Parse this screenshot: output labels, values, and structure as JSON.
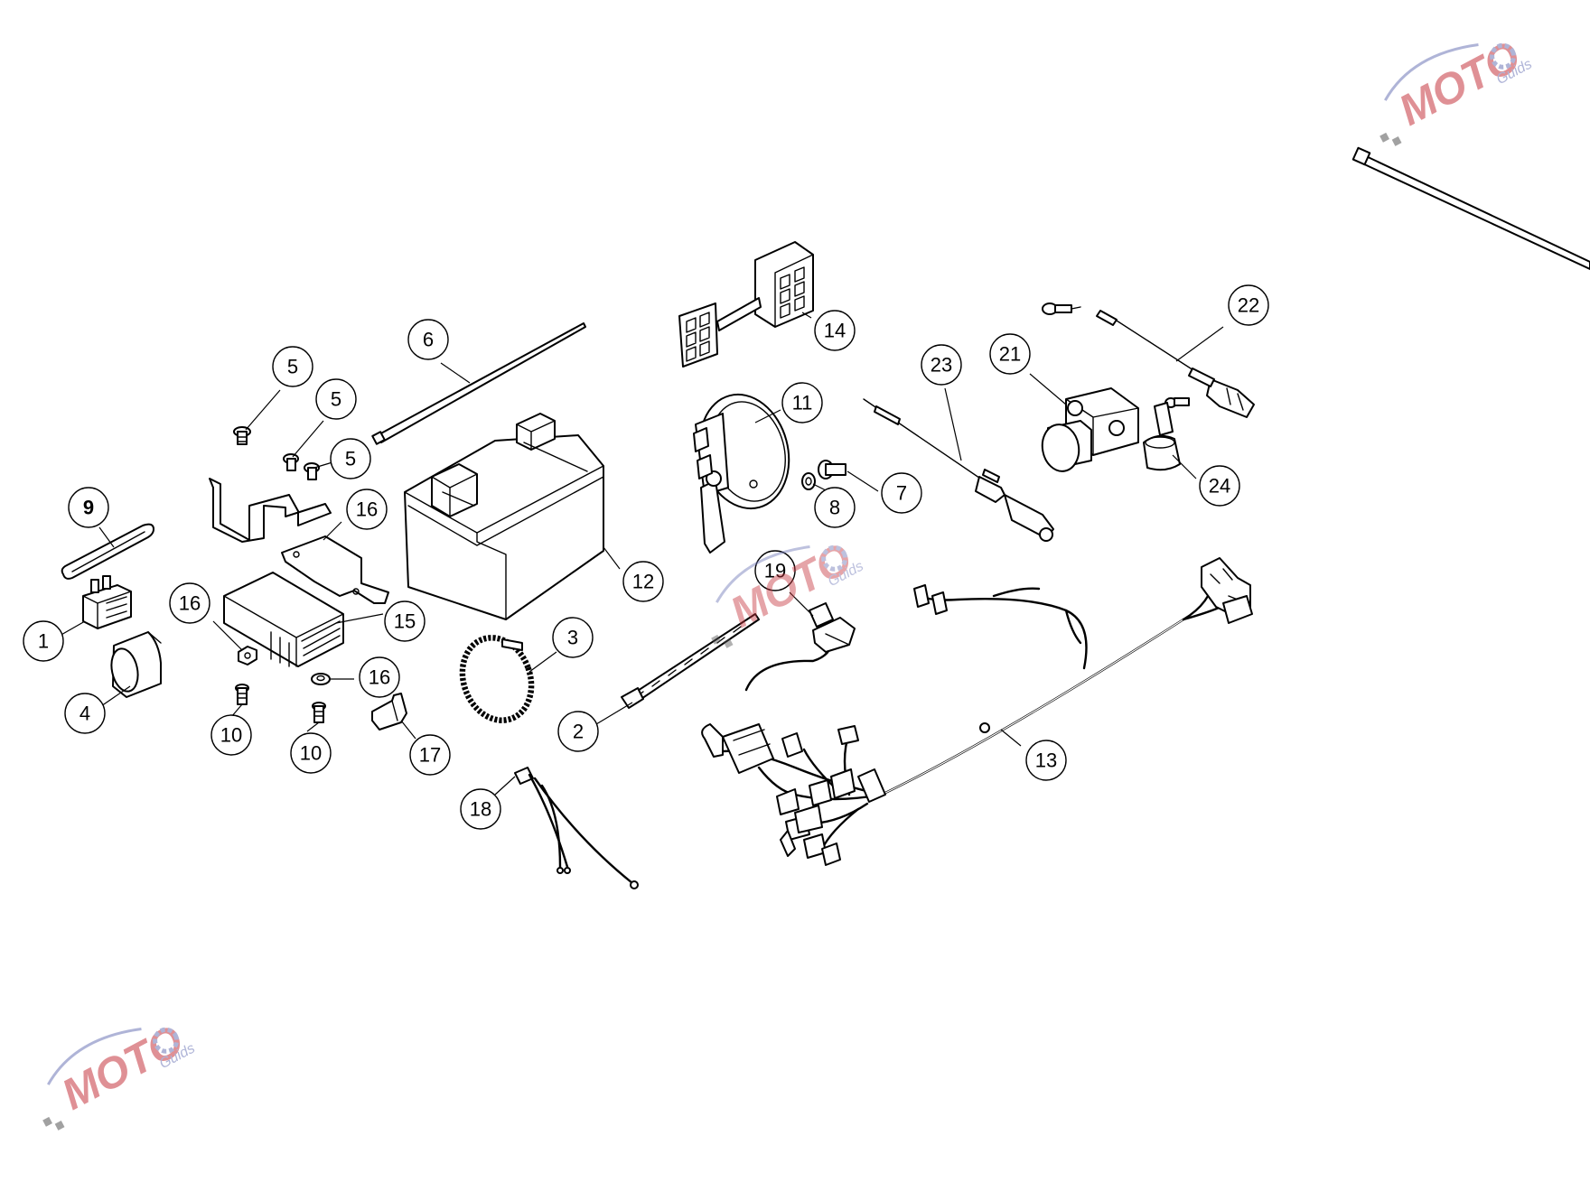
{
  "callouts": [
    {
      "id": "c1",
      "label": "1"
    },
    {
      "id": "c2",
      "label": "2"
    },
    {
      "id": "c3",
      "label": "3"
    },
    {
      "id": "c4",
      "label": "4"
    },
    {
      "id": "c5a",
      "label": "5"
    },
    {
      "id": "c5b",
      "label": "5"
    },
    {
      "id": "c5c",
      "label": "5"
    },
    {
      "id": "c6",
      "label": "6"
    },
    {
      "id": "c7",
      "label": "7"
    },
    {
      "id": "c8",
      "label": "8"
    },
    {
      "id": "c9",
      "label": "9"
    },
    {
      "id": "c10a",
      "label": "10"
    },
    {
      "id": "c10b",
      "label": "10"
    },
    {
      "id": "c11",
      "label": "11"
    },
    {
      "id": "c12",
      "label": "12"
    },
    {
      "id": "c13",
      "label": "13"
    },
    {
      "id": "c14",
      "label": "14"
    },
    {
      "id": "c15",
      "label": "15"
    },
    {
      "id": "c16a",
      "label": "16"
    },
    {
      "id": "c16b",
      "label": "16"
    },
    {
      "id": "c16c",
      "label": "16"
    },
    {
      "id": "c17",
      "label": "17"
    },
    {
      "id": "c18",
      "label": "18"
    },
    {
      "id": "c19",
      "label": "19"
    },
    {
      "id": "c21",
      "label": "21"
    },
    {
      "id": "c22",
      "label": "22"
    },
    {
      "id": "c23",
      "label": "23"
    },
    {
      "id": "c24",
      "label": "24"
    }
  ],
  "watermark": {
    "brand": "MOTO",
    "sub": "Guids",
    "brand_color": "#c6373f",
    "accent_color": "#6f78b8",
    "icon": "gear-icon"
  }
}
